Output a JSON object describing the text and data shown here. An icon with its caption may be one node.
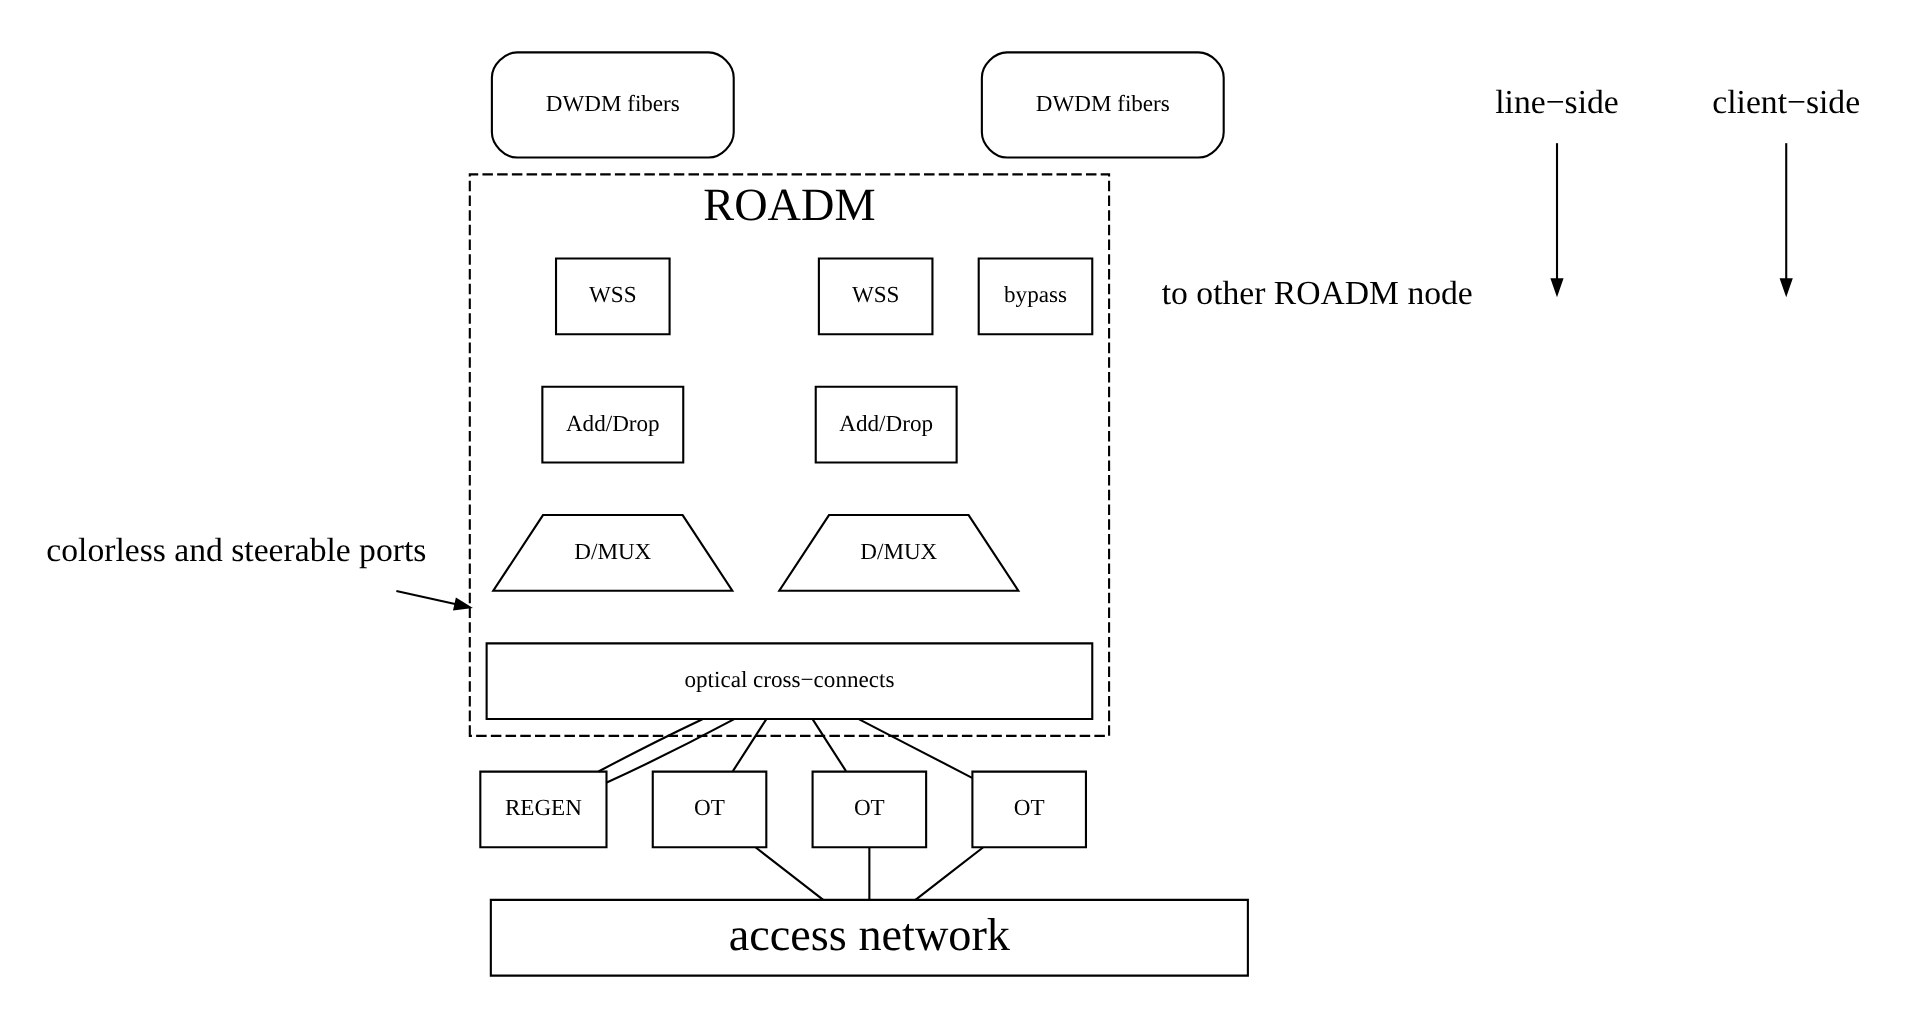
{
  "diagram": {
    "nodes": [
      {
        "text": [
          "ROADM"
        ]
      },
      {
        "text": [
          "DWDM fibers"
        ]
      },
      {
        "text": [
          "WSS"
        ],
        "in": 0
      },
      {
        "text": [
          "bypass"
        ],
        "in": 0
      },
      {
        "text": [
          "WSS"
        ],
        "in": 0
      },
      {
        "text": [
          "DWDM fibers"
        ]
      },
      {
        "text": [
          "Add/Drop"
        ],
        "in": 0
      },
      {
        "text": [
          "Add/Drop"
        ],
        "in": 0
      },
      {
        "text": [
          "D/MUX"
        ],
        "in": 0
      },
      {
        "text": [
          "D/MUX"
        ],
        "in": 0
      },
      {
        "text": [
          "optical cross−connects"
        ],
        "in": 0
      },
      {
        "text": [
          "line−side"
        ]
      },
      {
        "text": [
          "REGEN"
        ]
      },
      {
        "text": [
          "colorless and steerable ports"
        ]
      },
      {
        "text": [
          "OT"
        ]
      },
      {
        "text": [
          "client−side"
        ]
      },
      {
        "text": [
          "OT"
        ]
      },
      {
        "text": [
          "OT"
        ]
      },
      {
        "text": [
          "access network"
        ]
      }
    ],
    "edges": [
      {
        "from": 10,
        "to": 14,
        "arrow": "none"
      },
      {
        "from": 10,
        "to": 12,
        "arrow": "none"
      },
      {
        "from": 12,
        "to": 10,
        "arrow": "none"
      },
      {
        "from": 10,
        "to": 16,
        "arrow": "none"
      },
      {
        "from": 10,
        "to": 17,
        "arrow": "none"
      },
      {
        "from": 14,
        "to": 18,
        "arrow": "none"
      },
      {
        "from": 16,
        "to": 18,
        "arrow": "none"
      },
      {
        "from": 17,
        "to": 18,
        "arrow": "none"
      },
      {
        "from": 11,
        "to": null,
        "arrow": "to"
      },
      {
        "from": 15,
        "to": null,
        "arrow": "to"
      },
      {
        "from": 13,
        "to": 0,
        "arrow": "to"
      }
    ],
    "labels": [
      "to other ROADM node"
    ]
  }
}
